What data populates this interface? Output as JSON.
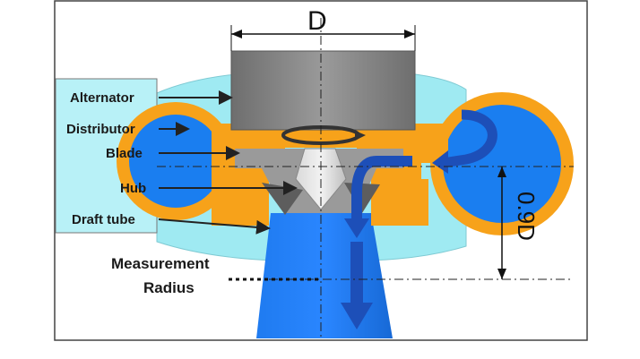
{
  "diagram": {
    "dimension_top": "D",
    "dimension_side": "0.9D",
    "labels": {
      "alternator": "Alternator",
      "distributor": "Distributor",
      "blade": "Blade",
      "hub": "Hub",
      "draft_tube": "Draft tube"
    },
    "measurement_radius": {
      "line1": "Measurement",
      "line2": "Radius"
    },
    "colors": {
      "orange": "#f7a21a",
      "blue": "#1a73e8",
      "light_cyan": "#9feaf2",
      "gray": "#8c8c8c",
      "dark_blue_arrow": "#1d4fb8"
    }
  }
}
